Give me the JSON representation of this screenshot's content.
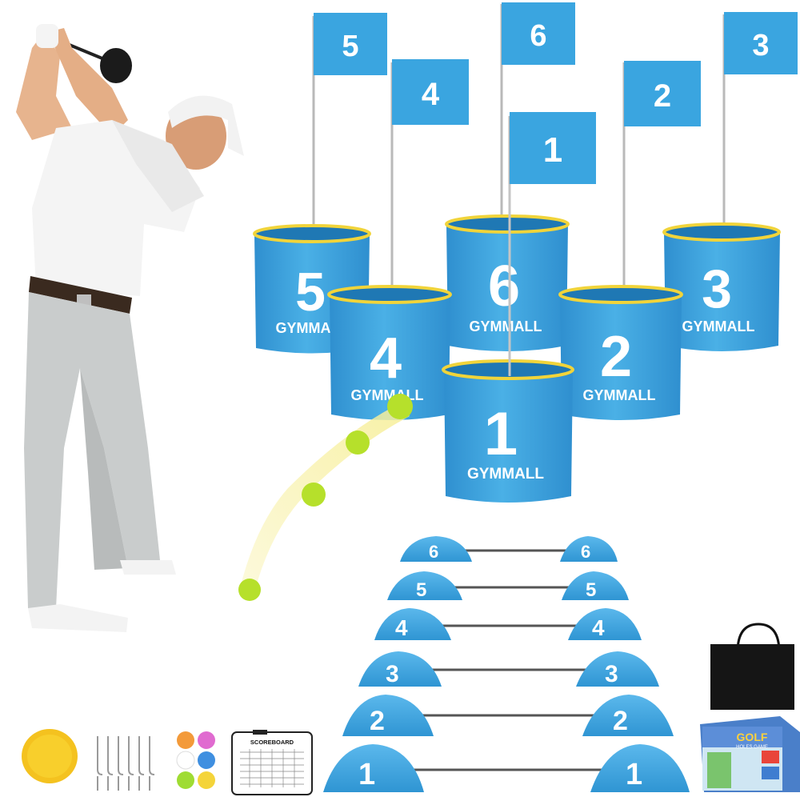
{
  "brand": "GYMMALL",
  "colors": {
    "bucket": "#3fa6de",
    "bucket_dark": "#2f8fc8",
    "rim": "#f1d43a",
    "flag": "#3aa5e0",
    "cone": "#3aa6e2",
    "ball_trail": "#f6eea0",
    "ball": "#b6e02b"
  },
  "buckets": [
    {
      "number": "5",
      "label": "GYMMALL"
    },
    {
      "number": "6",
      "label": "GYMMALL"
    },
    {
      "number": "3",
      "label": "GYMMALL"
    },
    {
      "number": "4",
      "label": "GYMMALL"
    },
    {
      "number": "2",
      "label": "GYMMALL"
    },
    {
      "number": "1",
      "label": "GYMMALL"
    }
  ],
  "flags": [
    {
      "number": "5"
    },
    {
      "number": "6"
    },
    {
      "number": "3"
    },
    {
      "number": "4"
    },
    {
      "number": "2"
    },
    {
      "number": "1"
    }
  ],
  "cone_pairs": [
    {
      "number": "6"
    },
    {
      "number": "5"
    },
    {
      "number": "4"
    },
    {
      "number": "3"
    },
    {
      "number": "2"
    },
    {
      "number": "1"
    }
  ],
  "accessories": {
    "scoreboard_title": "SCOREBOARD",
    "box_title": "GOLF",
    "box_subtitle": "HOLES GAME",
    "mini_ball_colors": [
      "#f39a3a",
      "#e06bd0",
      "#ffffff",
      "#3f8fe0",
      "#9fdc33",
      "#f4d43a"
    ]
  },
  "icons": [
    "golfer-figure",
    "bucket-icon",
    "flag-icon",
    "cone-icon",
    "frisbee-icon",
    "hook-icon",
    "bag-icon",
    "box-icon"
  ]
}
